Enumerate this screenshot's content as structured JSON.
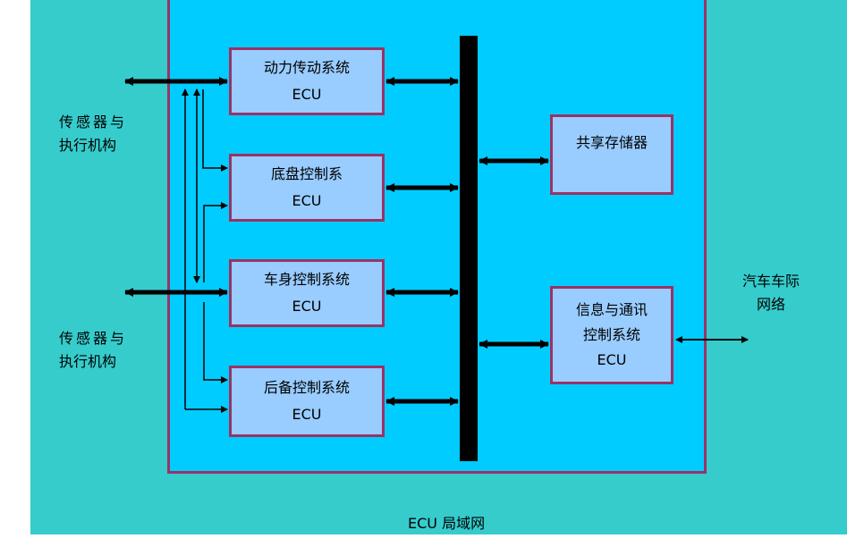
{
  "ecus": [
    {
      "label": "动力传动系统",
      "sub": "ECU"
    },
    {
      "label": "底盘控制系",
      "sub": "ECU"
    },
    {
      "label": "车身控制系统",
      "sub": "ECU"
    },
    {
      "label": "后备控制系统",
      "sub": "ECU"
    }
  ],
  "shared_memory": {
    "label": "共享存储器"
  },
  "info_comm": {
    "line1": "信息与通讯",
    "line2": "控制系统",
    "line3": "ECU"
  },
  "left_top": {
    "line1": "传感器与",
    "line2": "执行机构"
  },
  "left_bottom": {
    "line1": "传感器与",
    "line2": "执行机构"
  },
  "right_label": {
    "line1": "汽车车际",
    "line2": "网络"
  },
  "caption": "ECU 局域网",
  "colors": {
    "outer_bg": "#36cccc",
    "lan_bg": "#00ccff",
    "box_fill": "#99ccff",
    "box_border": "#993366",
    "bus": "#000000"
  }
}
